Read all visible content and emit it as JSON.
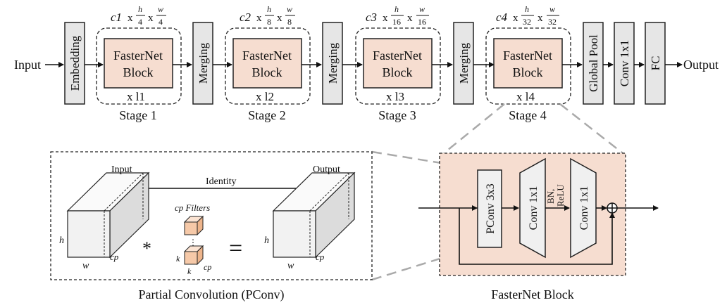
{
  "pipeline": {
    "input_label": "Input",
    "output_label": "Output",
    "embedding_label": "Embedding",
    "merging_label": "Merging",
    "block_label_line1": "FasterNet",
    "block_label_line2": "Block",
    "stages": [
      {
        "c": "c1",
        "h": "h",
        "hden": "4",
        "w": "w",
        "wden": "4",
        "repeat": "x l1",
        "name": "Stage 1"
      },
      {
        "c": "c2",
        "h": "h",
        "hden": "8",
        "w": "w",
        "wden": "8",
        "repeat": "x l2",
        "name": "Stage 2"
      },
      {
        "c": "c3",
        "h": "h",
        "hden": "16",
        "w": "w",
        "wden": "16",
        "repeat": "x l3",
        "name": "Stage 3"
      },
      {
        "c": "c4",
        "h": "h",
        "hden": "32",
        "w": "w",
        "wden": "32",
        "repeat": "x l4",
        "name": "Stage 4"
      }
    ],
    "global_pool_label": "Global Pool",
    "conv1x1_label": "Conv 1x1",
    "fc_label": "FC"
  },
  "pconv_panel": {
    "caption": "Partial Convolution (PConv)",
    "input_label": "Input",
    "output_label": "Output",
    "identity_label": "Identity",
    "filters_label": "cp Filters",
    "h_label": "h",
    "w_label": "w",
    "cp_label": "cp",
    "k_label": "k",
    "star_symbol": "*",
    "equals_symbol": "="
  },
  "block_panel": {
    "caption": "FasterNet Block",
    "pconv_label": "PConv 3x3",
    "conv1_label": "Conv 1x1",
    "bn_label": "BN,",
    "relu_label": "ReLU",
    "conv2_label": "Conv 1x1",
    "add_symbol": "⊕"
  }
}
